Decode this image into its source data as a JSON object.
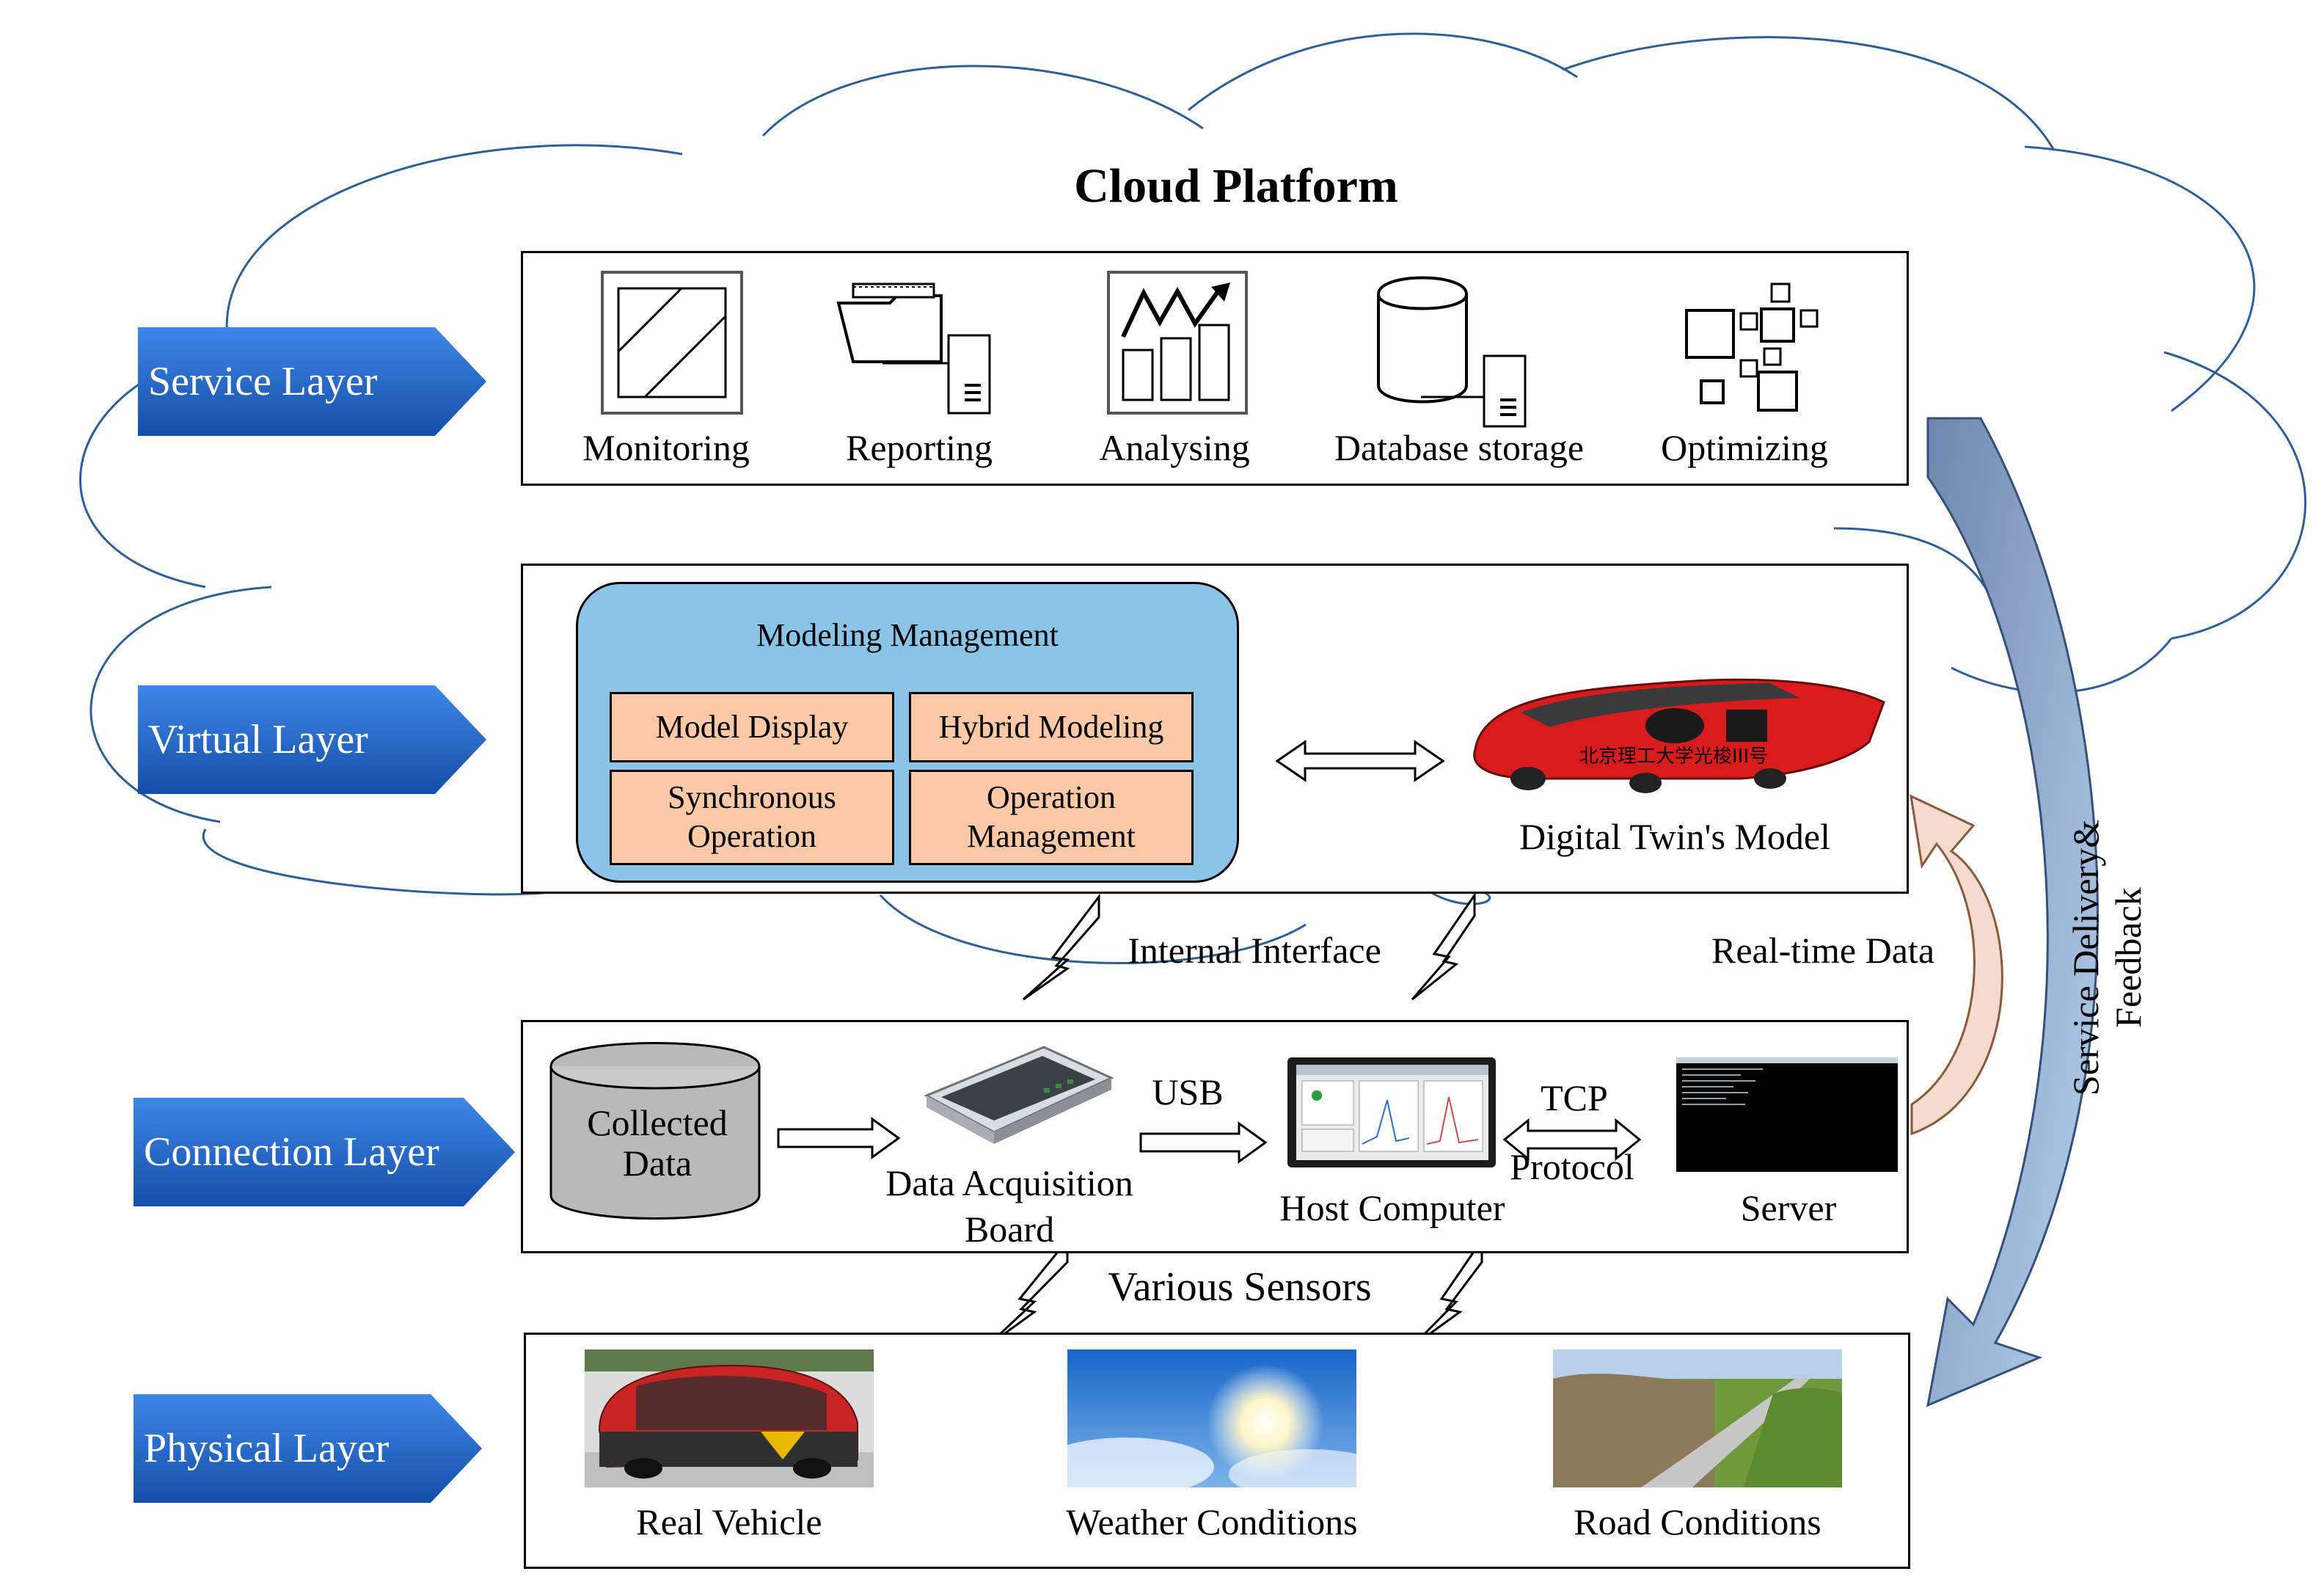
{
  "title": "Cloud Platform",
  "layers": {
    "service": "Service Layer",
    "virtual": "Virtual Layer",
    "connection": "Connection Layer",
    "physical": "Physical Layer"
  },
  "service_items": [
    "Monitoring",
    "Reporting",
    "Analysing",
    "Database storage",
    "Optimizing"
  ],
  "virtual": {
    "modeling_title": "Modeling Management",
    "boxes": [
      {
        "line1": "Model Display",
        "line2": ""
      },
      {
        "line1": "Hybrid Modeling",
        "line2": ""
      },
      {
        "line1": "Synchronous",
        "line2": "Operation"
      },
      {
        "line1": "Operation",
        "line2": "Management"
      }
    ],
    "twin_label": "Digital Twin's Model",
    "car_text": "北京理工大学光梭III号"
  },
  "interfaces": {
    "internal": "Internal Interface",
    "realtime": "Real-time Data",
    "service_feedback_1": "Service Delivery&",
    "service_feedback_2": "Feedback",
    "sensors": "Various Sensors"
  },
  "connection": {
    "collected_1": "Collected",
    "collected_2": "Data",
    "daq_1": "Data Acquisition",
    "daq_2": "Board",
    "usb": "USB",
    "host": "Host Computer",
    "tcp": "TCP",
    "protocol": "Protocol",
    "server": "Server"
  },
  "physical": [
    "Real Vehicle",
    "Weather Conditions",
    "Road Conditions"
  ],
  "colors": {
    "tag_blue": "#1f5fbf",
    "cloud_line": "#2e5f9a",
    "modeling_bg": "#8cc4e8",
    "box_fill": "#fbc9a6",
    "feedback_arrow": "#7b98c4",
    "realtime_arrow": "#e6c7b4"
  }
}
